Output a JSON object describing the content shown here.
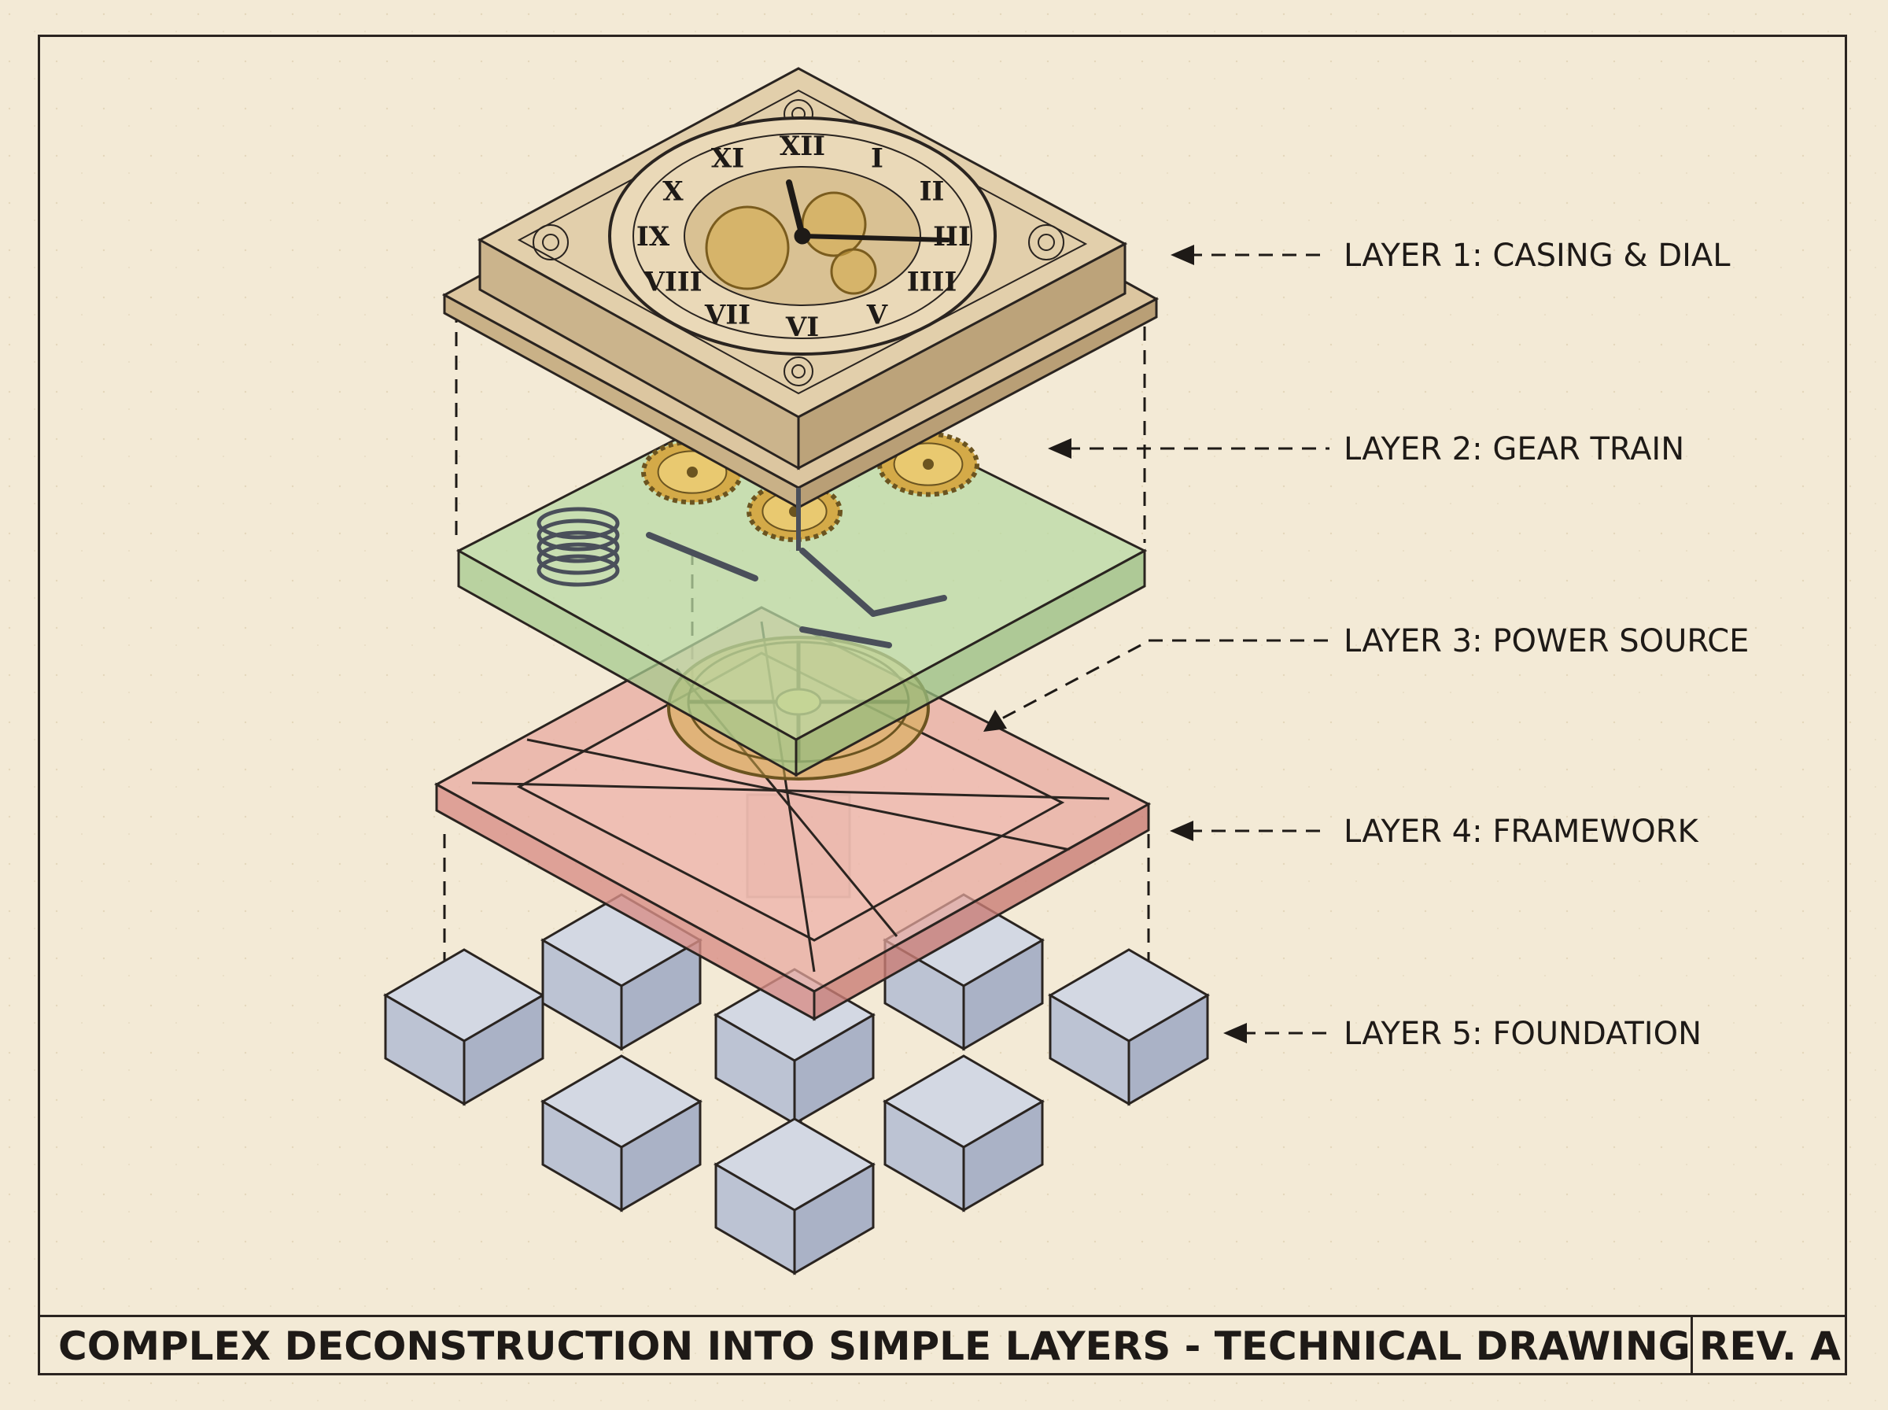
{
  "drawing": {
    "title": "COMPLEX DECONSTRUCTION INTO SIMPLE LAYERS - TECHNICAL DRAWING",
    "revision": "REV. A"
  },
  "layers": [
    {
      "label": "LAYER 1: CASING & DIAL",
      "color": "#dcc6a0"
    },
    {
      "label": "LAYER 2: GEAR TRAIN",
      "color": "#b9d9a4"
    },
    {
      "label": "LAYER 3: POWER SOURCE",
      "color": "#c9a24a"
    },
    {
      "label": "LAYER 4: FRAMEWORK",
      "color": "#e3a19a"
    },
    {
      "label": "LAYER 5: FOUNDATION",
      "color": "#c2c9d8"
    }
  ],
  "dial": {
    "numerals": [
      "XII",
      "I",
      "II",
      "III",
      "IIII",
      "V",
      "VI",
      "VII",
      "VIII",
      "IX",
      "X",
      "XI"
    ]
  },
  "colors": {
    "paper": "#f3ead6",
    "ink": "#2a2420",
    "brass": "#d4aa48"
  }
}
